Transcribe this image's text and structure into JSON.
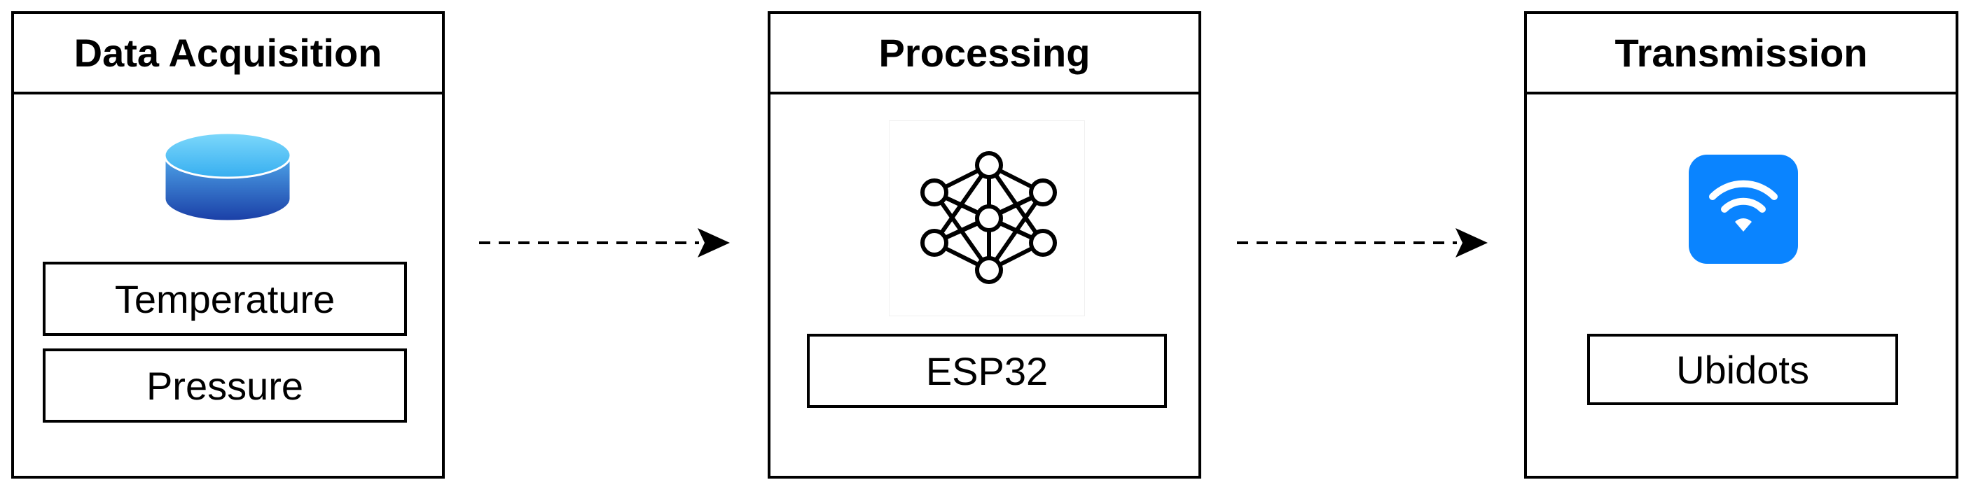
{
  "panels": {
    "acquisition": {
      "title": "Data Acquisition",
      "icon": "database-icon",
      "items": [
        "Temperature",
        "Pressure"
      ]
    },
    "processing": {
      "title": "Processing",
      "icon": "neural-network-icon",
      "items": [
        "ESP32"
      ]
    },
    "transmission": {
      "title": "Transmission",
      "icon": "wifi-icon",
      "items": [
        "Ubidots"
      ]
    }
  },
  "connectors": {
    "style": "dashed-arrow"
  },
  "colors": {
    "stroke": "#000000",
    "database_top": "#5cc8f5",
    "database_bottom": "#1a3ea6",
    "wifi_tile": "#0a84ff"
  }
}
